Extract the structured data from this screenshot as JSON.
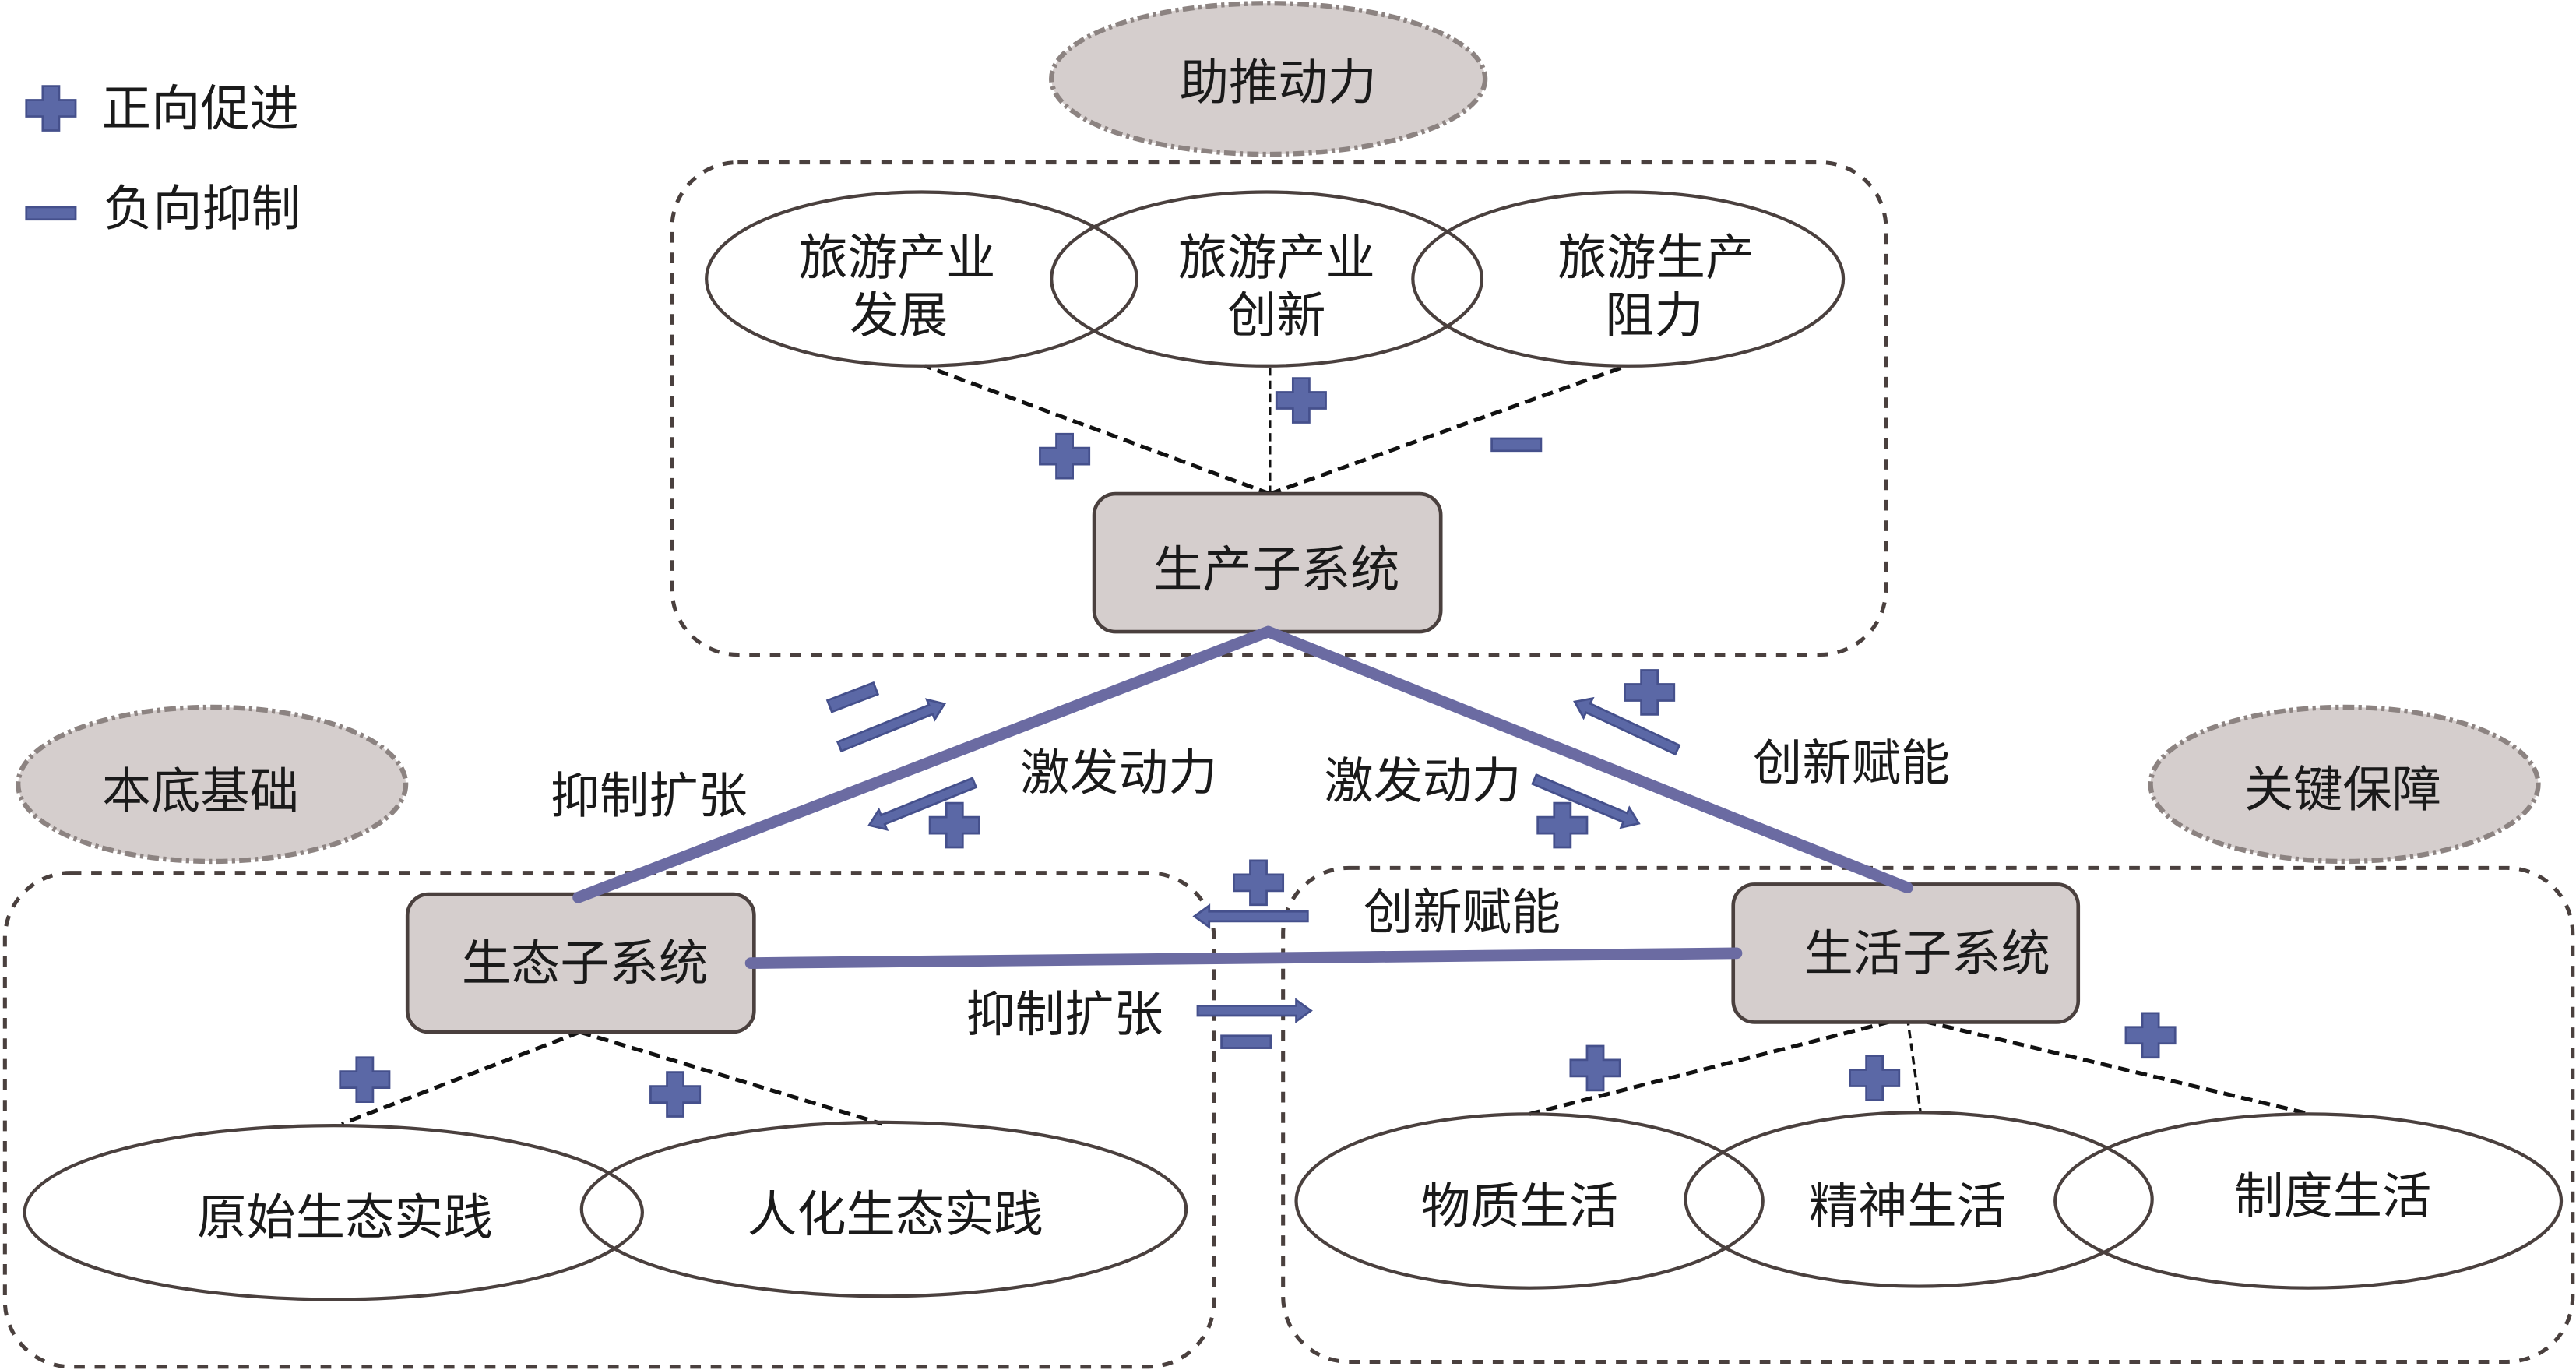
{
  "legend": {
    "positive": {
      "symbol": "+",
      "icon": "plus-icon",
      "label": "正向促进"
    },
    "negative": {
      "symbol": "-",
      "icon": "minus-icon",
      "label": "负向抑制"
    }
  },
  "groups": {
    "production": {
      "category": "助推动力",
      "subsystem": "生产子系统",
      "factors": [
        {
          "lines": [
            "旅游产业",
            "发展"
          ],
          "effect": "+"
        },
        {
          "lines": [
            "旅游产业",
            "创新"
          ],
          "effect": "+"
        },
        {
          "lines": [
            "旅游生产",
            "阻力"
          ],
          "effect": "-"
        }
      ]
    },
    "ecology": {
      "category": "本底基础",
      "subsystem": "生态子系统",
      "factors": [
        {
          "lines": [
            "原始生态实践"
          ],
          "effect": "+"
        },
        {
          "lines": [
            "人化生态实践"
          ],
          "effect": "+"
        }
      ]
    },
    "life": {
      "category": "关键保障",
      "subsystem": "生活子系统",
      "factors": [
        {
          "lines": [
            "物质生活"
          ],
          "effect": "+"
        },
        {
          "lines": [
            "精神生活"
          ],
          "effect": "+"
        },
        {
          "lines": [
            "制度生活"
          ],
          "effect": "+"
        }
      ]
    }
  },
  "relations": [
    {
      "from": "ecology",
      "to": "production",
      "effect": "-",
      "label": "抑制扩张"
    },
    {
      "from": "production",
      "to": "ecology",
      "effect": "+",
      "label": "激发动力"
    },
    {
      "from": "production",
      "to": "life",
      "effect": "+",
      "label": "激发动力"
    },
    {
      "from": "life",
      "to": "production",
      "effect": "+",
      "label": "创新赋能"
    },
    {
      "from": "life",
      "to": "ecology",
      "effect": "+",
      "label": "创新赋能"
    },
    {
      "from": "ecology",
      "to": "life",
      "effect": "-",
      "label": "抑制扩张"
    }
  ],
  "colors": {
    "sign_fill": "#5b68a6",
    "sign_stroke": "#45508c",
    "link": "#6b6ba2",
    "node_fill": "#d5cecd",
    "node_stroke": "#4a403e",
    "category_stroke": "#8c8381",
    "text": "#1a1a1a"
  }
}
